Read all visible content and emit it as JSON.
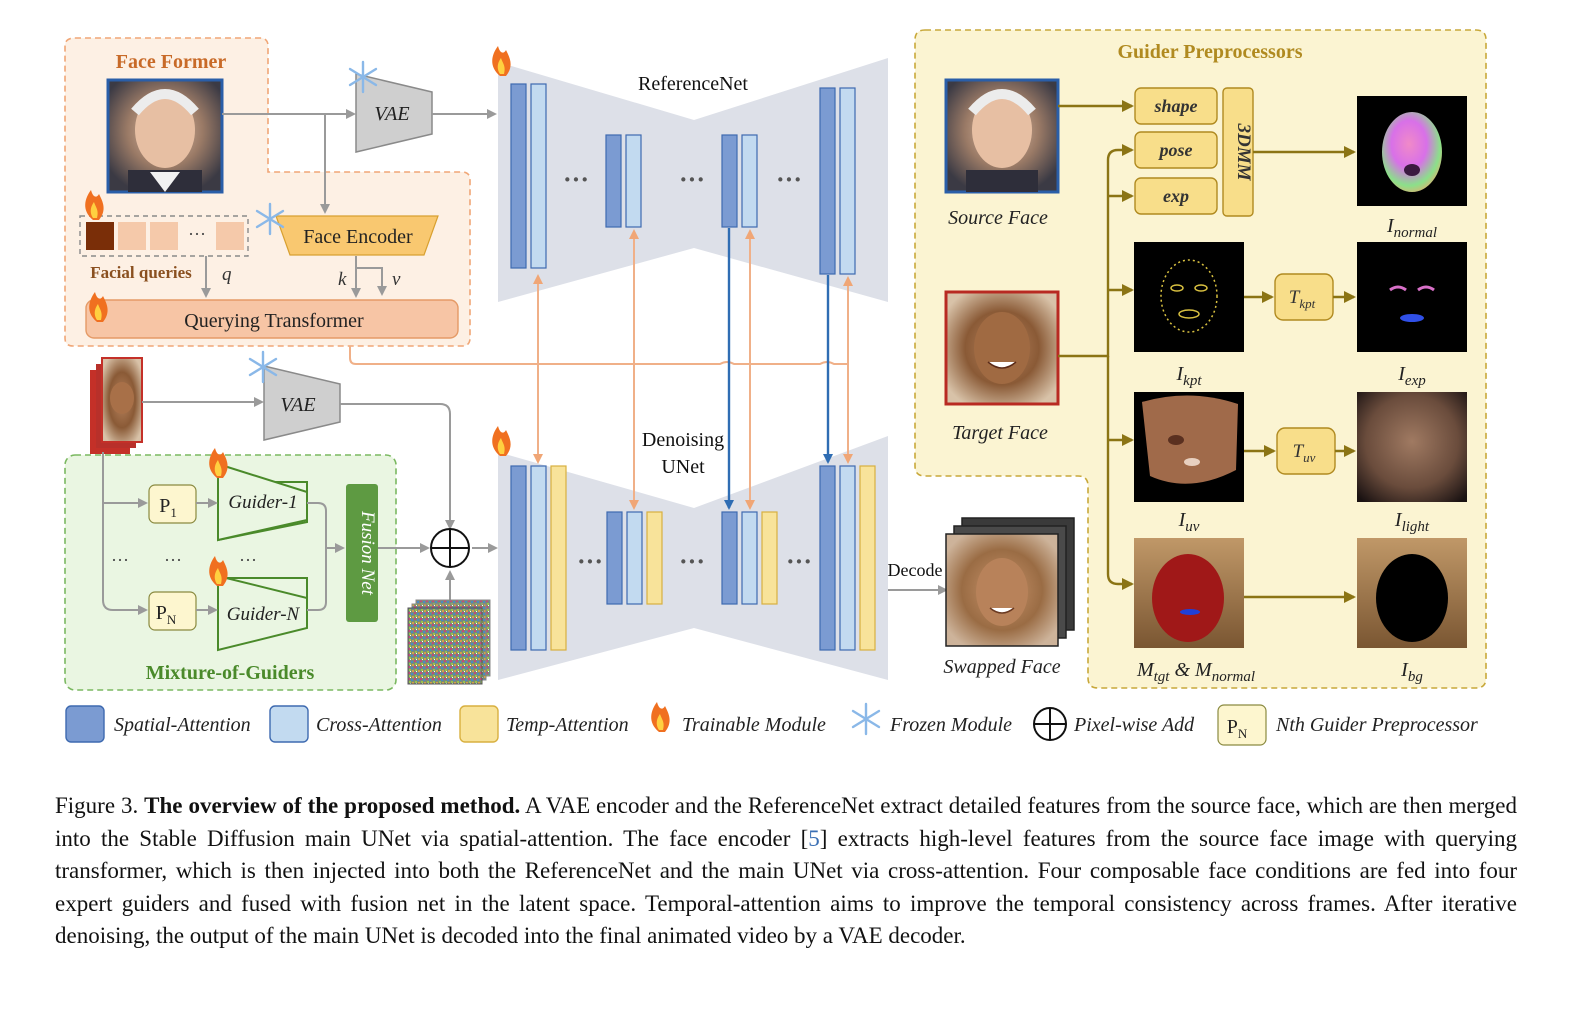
{
  "face_former": {
    "title": "Face Former",
    "vae": "VAE",
    "face_encoder": "Face Encoder",
    "facial_queries": "Facial queries",
    "q": "q",
    "k": "k",
    "v": "v",
    "dots": "···",
    "querying_transformer": "Querying Transformer"
  },
  "reference_net": {
    "label": "ReferenceNet",
    "dots": "···"
  },
  "denoising": {
    "line1": "Denoising",
    "line2": "UNet",
    "dots": "···"
  },
  "mog": {
    "title": "Mixture-of-Guiders",
    "vae": "VAE",
    "p1": "P",
    "p1_sub": "1",
    "pn": "P",
    "pn_sub": "N",
    "guider1": "Guider-1",
    "guiderN": "Guider-N",
    "fusion": "Fusion Net",
    "dots": "···"
  },
  "decode": "Decode",
  "swapped_face": "Swapped Face",
  "guider": {
    "title": "Guider Preprocessors",
    "source_face": "Source Face",
    "target_face": "Target Face",
    "shape": "shape",
    "pose": "pose",
    "exp": "exp",
    "dmm": "3DMM",
    "t_kpt": "T",
    "t_kpt_sub": "kpt",
    "t_uv": "T",
    "t_uv_sub": "uv",
    "i_normal": "I",
    "i_normal_sub": "normal",
    "i_kpt": "I",
    "i_kpt_sub": "kpt",
    "i_exp": "I",
    "i_exp_sub": "exp",
    "i_uv": "I",
    "i_uv_sub": "uv",
    "i_light": "I",
    "i_light_sub": "light",
    "m_tgt": "M",
    "m_tgt_sub": "tgt",
    "amp": " & ",
    "m_normal": "M",
    "m_normal_sub": "normal",
    "i_bg": "I",
    "i_bg_sub": "bg"
  },
  "legend": {
    "spatial": "Spatial-Attention",
    "cross": "Cross-Attention",
    "temp": "Temp-Attention",
    "trainable": "Trainable Module",
    "frozen": "Frozen Module",
    "pixel_add": "Pixel-wise Add",
    "pn": "P",
    "pn_sub": "N",
    "nth": "Nth Guider Preprocessor"
  },
  "caption": {
    "label": "Figure 3.",
    "bold": "The overview of the proposed method.",
    "part1": " A VAE encoder and the ReferenceNet extract detailed features from the source face, which are then merged into the Stable Diffusion main UNet via spatial-attention. The face encoder [",
    "ref": "5",
    "part2": "] extracts high-level features from the source face image with querying transformer, which is then injected into both the ReferenceNet and the main UNet via cross-attention. Four composable face conditions are fed into four expert guiders and fused with fusion net in the latent space. Temporal-attention aims to improve the temporal consistency across frames. After iterative denoising, the output of the main UNet is decoded into the final animated video by a VAE decoder."
  },
  "colors": {
    "spatial": "#7b9bd2",
    "cross": "#c2daf0",
    "temp": "#f8e39a",
    "unet_bg": "#dde0e8",
    "face_former_bg": "#fdf0e4",
    "mog_bg": "#eaf6e2",
    "guider_bg": "#fbf4d2",
    "guider_arrow": "#8b7414",
    "orange_arrow": "#f0b088",
    "blue_arrow": "#2f6db3",
    "fusion": "#5e9a42"
  }
}
